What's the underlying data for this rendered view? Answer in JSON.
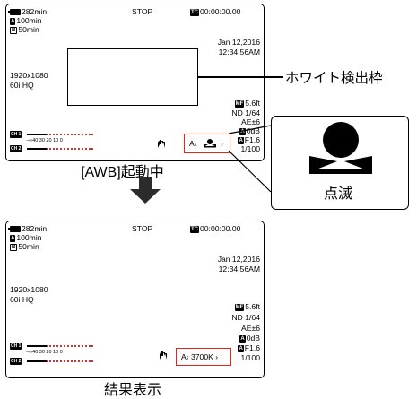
{
  "screen1": {
    "battery_time": "282min",
    "slot_a_time": "100min",
    "slot_b_time": "50min",
    "status": "STOP",
    "timecode": "00:00:00.00",
    "tc_icon": "TC",
    "date": "Jan 12,2016",
    "time": "12:34:56AM",
    "resolution": "1920x1080",
    "frame_mode": "60i  HQ",
    "focus_icon": "MF",
    "focus_value": "5.6ft",
    "nd": "ND 1/64",
    "ae": "AE±6",
    "gain_icon": "A",
    "gain": "0dB",
    "iris_icon": "A",
    "iris": "F1.6",
    "shutter": "1/100",
    "wb_left": "A‹",
    "wb_right": "›",
    "ch1": "CH 1",
    "ch2": "CH 2",
    "meter_scale": "−∞40 30  20   10    0",
    "slot_a": "A",
    "slot_b": "B"
  },
  "screen2": {
    "battery_time": "282min",
    "slot_a_time": "100min",
    "slot_b_time": "50min",
    "status": "STOP",
    "timecode": "00:00:00.00",
    "tc_icon": "TC",
    "date": "Jan 12,2016",
    "time": "12:34:56AM",
    "resolution": "1920x1080",
    "frame_mode": "60i  HQ",
    "focus_icon": "MF",
    "focus_value": "5.6ft",
    "nd": "ND 1/64",
    "ae": "AE±6",
    "gain_icon": "A",
    "gain": "0dB",
    "iris_icon": "A",
    "iris": "F1.6",
    "shutter": "1/100",
    "wb_result": "A‹ 3700K ›",
    "ch1": "CH 1",
    "ch2": "CH 2",
    "meter_scale": "−∞40 30  20   10    0",
    "slot_a": "A",
    "slot_b": "B"
  },
  "labels": {
    "white_frame": "ホワイト検出枠",
    "blink": "点滅",
    "awb_running": "[AWB]起動中",
    "result": "結果表示"
  },
  "icons": {
    "stabilizer": "hand-shake-icon",
    "awb": "white-balance-icon",
    "down_arrow": "arrow-down-icon"
  },
  "colors": {
    "highlight": "#e1251b",
    "meter_dots": "#cc3333"
  }
}
